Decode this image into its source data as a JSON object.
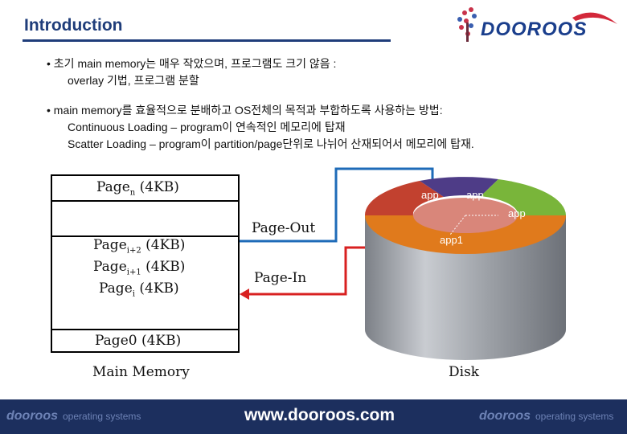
{
  "slide": {
    "title": "Introduction",
    "logo_text": "DOOROOS"
  },
  "bullets": [
    {
      "line1": "• 초기 main memory는 매우 작았으며, 프로그램도 크기 않음 :",
      "line2": "overlay 기법, 프로그램 분할"
    },
    {
      "line1": "• main memory를 효율적으로 분배하고 OS전체의 목적과 부합하도록 사용하는 방법:",
      "line2": "Continuous Loading – program이 연속적인 메모리에 탑재",
      "line3": "Scatter Loading – program이 partition/page단위로 나뉘어 산재되어서 메모리에 탑재."
    }
  ],
  "memory": {
    "page_n": "Page",
    "page_n_sub": "n",
    "page_i2": "Page",
    "page_i2_sub": "i+2",
    "page_i1": "Page",
    "page_i1_sub": "i+1",
    "page_i": "Page",
    "page_i_sub": "i",
    "unit": " (4KB)",
    "page_0": "Page0 (4KB)",
    "label": "Main Memory"
  },
  "arrows": {
    "page_out": "Page-Out",
    "page_in": "Page-In"
  },
  "disk": {
    "segments": [
      "app",
      "app",
      "app",
      "app1"
    ],
    "label": "Disk"
  },
  "footer": {
    "left_brand": "dooroos",
    "left_tag": "operating systems",
    "center": "www.dooroos.com",
    "right_brand": "dooroos",
    "right_tag": "operating systems"
  },
  "colors": {
    "title": "#1f3d7a",
    "footer_bg": "#1c2f5e",
    "arrow_out": "#1e6bb8",
    "arrow_in": "#d82020",
    "disk_red": "#c2412f",
    "disk_purple": "#4e3c87",
    "disk_green": "#79b53a",
    "disk_orange": "#e07a1c"
  }
}
